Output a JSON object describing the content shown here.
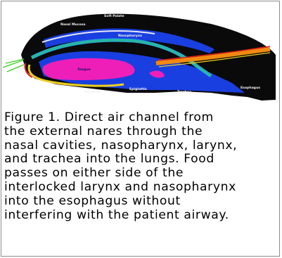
{
  "diagram": {
    "labels": {
      "soft_palate": "Soft Palate",
      "nasal_mucosa": "Nasal Mucosa",
      "nasopharynx": "Nasopharynx",
      "tongue": "Tongue",
      "mandible": "Mandible",
      "epiglottis": "Epiglottis",
      "trachea": "Trachea",
      "esophagus": "Esophagus"
    },
    "colors": {
      "outer": "#0a0a0a",
      "blue": "#1a3fe0",
      "pink": "#ee1fb8",
      "green": "#22c46a",
      "cyan": "#2ba8d8",
      "orange": "#f08a10",
      "yellow": "#f0d020",
      "red": "#e0201a",
      "lime": "#3cd020"
    }
  },
  "caption": {
    "text": "Figure 1. Direct air channel from\nthe external nares through the\nnasal cavities, nasopharynx, larynx,\nand trachea into the lungs. Food\npasses on either side of the\ninterlocked larynx and nasopharynx\ninto the esophagus without\ninterfering with the patient airway."
  }
}
